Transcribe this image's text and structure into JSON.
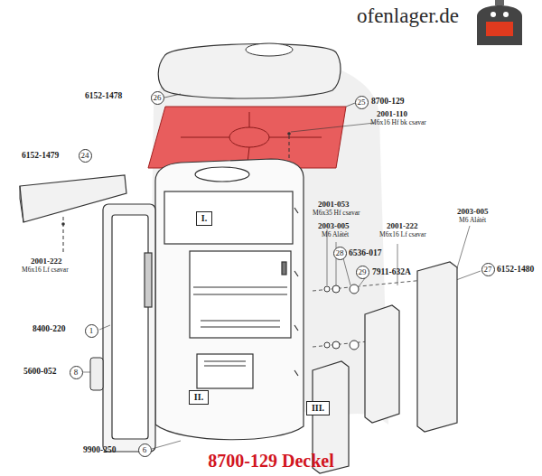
{
  "diagram": {
    "title": "8700-129 Deckel",
    "nodes": [
      {
        "text": [
          "26"
        ]
      },
      {
        "text": [
          "25"
        ]
      },
      {
        "text": [
          "24"
        ]
      },
      {
        "text": [
          "I."
        ]
      },
      {
        "text": [
          "28"
        ]
      },
      {
        "text": [
          "29"
        ]
      },
      {
        "text": [
          "27"
        ]
      },
      {
        "text": [
          "1"
        ]
      },
      {
        "text": [
          "III."
        ]
      },
      {
        "text": [
          "8"
        ]
      },
      {
        "text": [
          "II."
        ]
      },
      {
        "text": [
          "6"
        ]
      }
    ],
    "edges": [],
    "labels": [
      "ofenlager.de",
      "6152-1478",
      "8700-129",
      "2001-110",
      "M6x16 Hf bk csavar",
      "6152-1479",
      "2001-053",
      "M6x35 Hf csavar",
      "2003-005",
      "M6 Alátét",
      "2001-222",
      "M6x16 Lf csavar",
      "2003-005",
      "M6 Alátét",
      "2001-222",
      "M6x16 Lf csavar",
      "6536-017",
      "7911-632A",
      "6152-1480",
      "8400-220",
      "5600-052",
      "9900-250"
    ]
  }
}
